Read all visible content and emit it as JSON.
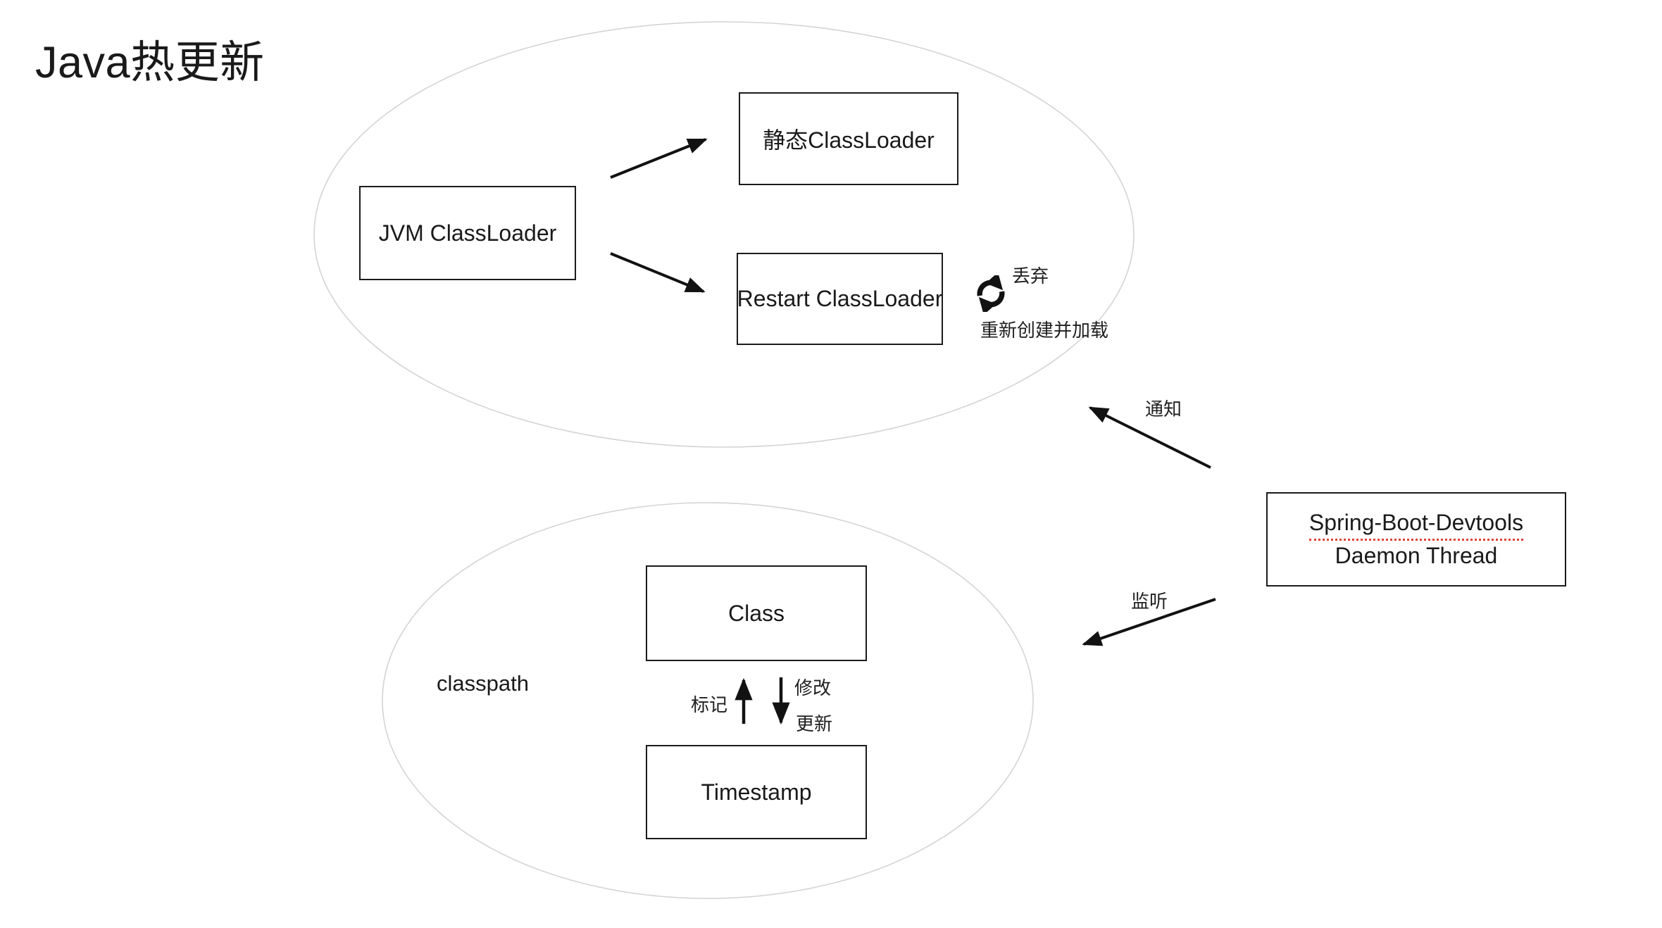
{
  "title": "Java热更新",
  "colors": {
    "text": "#1a1a1a",
    "box_border": "#1b1b1b",
    "arrow": "#121212",
    "ellipse_stroke": "#d4d4d4",
    "spellcheck_underline": "#df4237"
  },
  "jvm_group": {
    "jvm_classloader": "JVM ClassLoader",
    "static_classloader": "静态ClassLoader",
    "restart_classloader": "Restart ClassLoader",
    "discard_label": "丢弃",
    "recreate_label": "重新创建并加载",
    "recycle_icon": "recycle-icon"
  },
  "devtools": {
    "line1": "Spring-Boot-Devtools",
    "line2": "Daemon Thread"
  },
  "edges": {
    "notify": "通知",
    "listen": "监听",
    "mark": "标记",
    "modify": "修改",
    "update": "更新"
  },
  "classpath_group": {
    "label": "classpath",
    "class_box": "Class",
    "timestamp_box": "Timestamp"
  }
}
